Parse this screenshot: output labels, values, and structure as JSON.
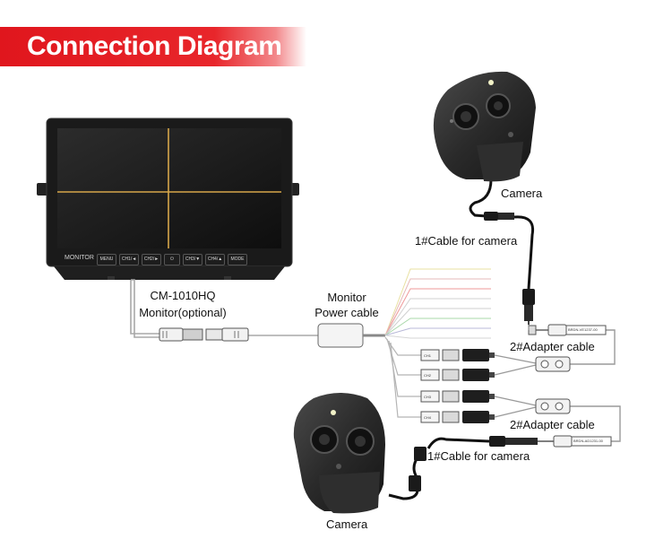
{
  "title": "Connection Diagram",
  "labels": {
    "camera_top": "Camera",
    "cable1_top": "1#Cable for camera",
    "monitor_model": "CM-1010HQ",
    "monitor_optional": "Monitor(optional)",
    "power_cable_1": "Monitor",
    "power_cable_2": "Power cable",
    "adapter_top": "2#Adapter  cable",
    "adapter_bottom": "2#Adapter  cable",
    "cable1_bottom": "1#Cable for camera",
    "camera_bottom": "Camera"
  },
  "monitor": {
    "brand": "MONITOR",
    "buttons": [
      "MENU",
      "CH1/◄",
      "CH2/►",
      "⏻",
      "CH3/▼",
      "CH4/▲",
      "MODE"
    ]
  },
  "connector_tags": {
    "top": "BRDN-VE1237-00",
    "bottom": "BRDN-AD1231-00"
  },
  "colors": {
    "banner": "#e0161d",
    "cable": "#9a9a9a",
    "camera_body": "#2b2b2b",
    "crosshair": "#d6a64a"
  },
  "icons": {
    "monitor": "monitor-icon",
    "camera": "camera-icon",
    "power_box": "power-box-icon"
  }
}
